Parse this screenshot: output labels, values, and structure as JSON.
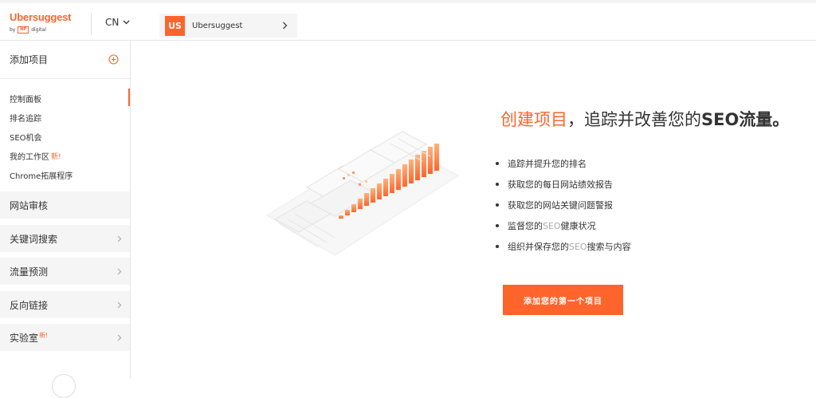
{
  "topbar": {
    "logo_main": "Ubersuggest",
    "logo_by": "by",
    "logo_np": "NP",
    "logo_digital": "digital",
    "language": "CN",
    "project_badge": "US",
    "project_name": "Ubersuggest"
  },
  "sidebar": {
    "add_project": "添加项目",
    "items": [
      {
        "label": "控制面板",
        "new": ""
      },
      {
        "label": "排名追踪",
        "new": ""
      },
      {
        "label": "SEO机会",
        "new": ""
      },
      {
        "label": "我的工作区",
        "new": "新!"
      },
      {
        "label": "Chrome拓展程序",
        "new": ""
      }
    ],
    "sections": [
      {
        "label": "网站审核",
        "new": ""
      },
      {
        "label": "关键词搜索",
        "new": ""
      },
      {
        "label": "流量预测",
        "new": ""
      },
      {
        "label": "反向链接",
        "new": ""
      },
      {
        "label": "实验室",
        "new": "新!"
      }
    ]
  },
  "main": {
    "title_accent": "创建项目",
    "title_rest": "，追踪并改善您的",
    "title_bold": "SEO",
    "title_end": "流量。",
    "bullets": [
      {
        "pre": "追踪并提升您的排名",
        "light": "",
        "post": ""
      },
      {
        "pre": "获取您的每日网站绩效报告",
        "light": "",
        "post": ""
      },
      {
        "pre": "获取您的网站关键问题警报",
        "light": "",
        "post": ""
      },
      {
        "pre": "监督您的",
        "light": "SEO",
        "post": "健康状况"
      },
      {
        "pre": "组织并保存您的",
        "light": "SEO",
        "post": "搜索与内容"
      }
    ],
    "cta": "添加您的第一个项目"
  },
  "colors": {
    "accent": "#ff642d",
    "section_bg": "#f5f5f5"
  }
}
